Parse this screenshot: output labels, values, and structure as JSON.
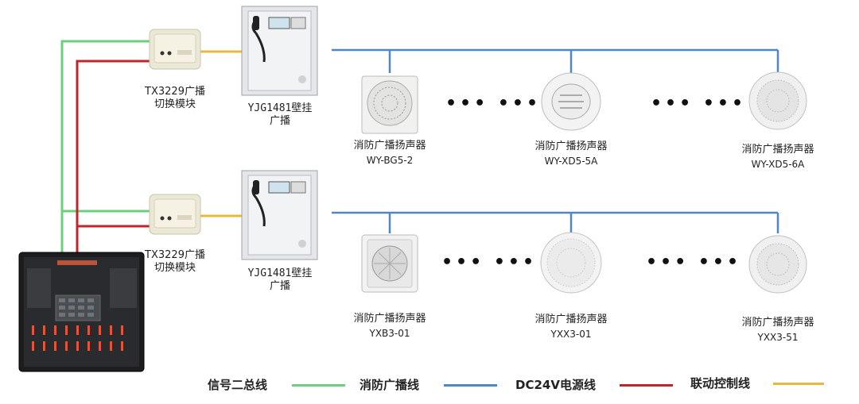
{
  "module_label": [
    "TX3229广播",
    "切换模块"
  ],
  "cabinet_label": [
    "YJG1481壁挂",
    "广播"
  ],
  "speaker_label": "消防广播扬声器",
  "row1": {
    "speakers": [
      {
        "model": "WY-BG5-2",
        "kind": "square"
      },
      {
        "model": "WY-XD5-5A",
        "kind": "ceiling-louver"
      },
      {
        "model": "WY-XD5-6A",
        "kind": "ceiling-dots"
      }
    ]
  },
  "row2": {
    "speakers": [
      {
        "model": "YXB3-01",
        "kind": "box"
      },
      {
        "model": "YXX3-01",
        "kind": "round-grille"
      },
      {
        "model": "YXX3-51",
        "kind": "ceiling-dots"
      }
    ]
  },
  "ellipsis": "••• •••",
  "legend": [
    {
      "label": "信号二总线",
      "color": "#6ccf7f"
    },
    {
      "label": "消防广播线",
      "color": "#4f86c6"
    },
    {
      "label": "DC24V电源线",
      "color": "#c0252a"
    },
    {
      "label": "联动控制线",
      "color": "#e8b93a"
    }
  ],
  "colors": {
    "signal": "#6ccf7f",
    "broadcast": "#4f86c6",
    "power": "#c0252a",
    "linkage": "#e8b93a"
  }
}
